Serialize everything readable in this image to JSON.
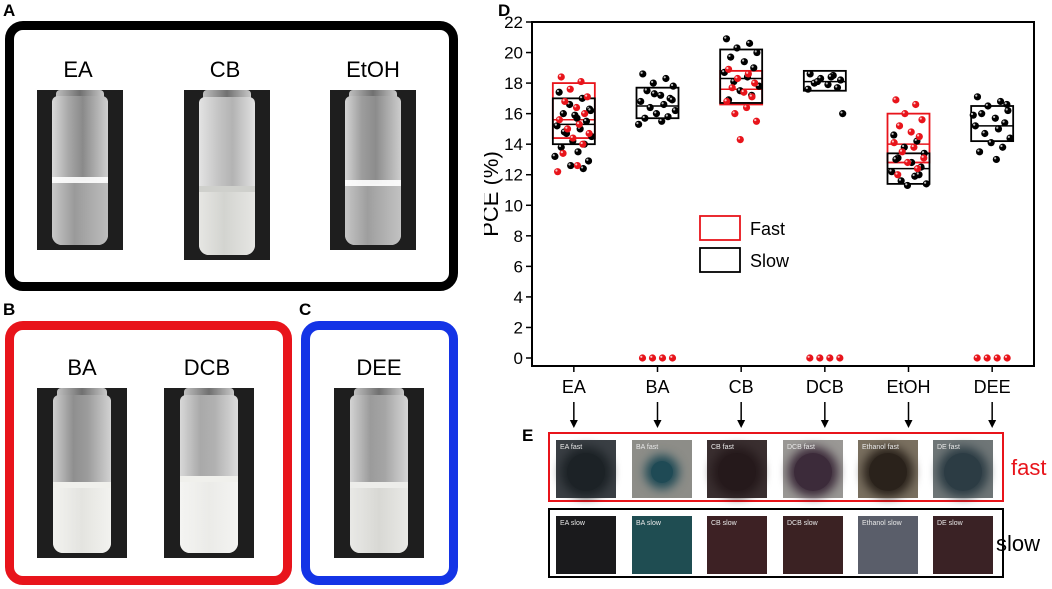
{
  "panels": {
    "a": {
      "letter": "A",
      "labels": [
        "EA",
        "CB",
        "EtOH"
      ]
    },
    "b": {
      "letter": "B",
      "labels": [
        "BA",
        "DCB"
      ]
    },
    "c": {
      "letter": "C",
      "labels": [
        "DEE"
      ]
    },
    "d": {
      "letter": "D"
    },
    "e": {
      "letter": "E",
      "fast_label": "fast",
      "slow_label": "slow",
      "fast_samples": [
        "EA fast",
        "BA fast",
        "CB fast",
        "DCB fast",
        "Ethanol fast",
        "DE fast"
      ],
      "slow_samples": [
        "EA slow",
        "BA slow",
        "CB slow",
        "DCB slow",
        "Ethanol slow",
        "DE slow"
      ]
    }
  },
  "colors": {
    "fast": "#e8141b",
    "slow": "#000000",
    "frame_c": "#1434e6"
  },
  "chart_data": {
    "type": "scatter",
    "ylabel": "PCE (%)",
    "xlabel": "",
    "categories": [
      "EA",
      "BA",
      "CB",
      "DCB",
      "EtOH",
      "DEE"
    ],
    "ylim": [
      0,
      22
    ],
    "yticks": [
      0,
      2,
      4,
      6,
      8,
      10,
      12,
      14,
      16,
      18,
      20,
      22
    ],
    "legend": {
      "position": "center",
      "entries": [
        "Fast",
        "Slow"
      ]
    },
    "boxes": [
      {
        "category": "EA",
        "series": "Fast",
        "q1": 14.4,
        "median": 15.6,
        "q3": 18.0
      },
      {
        "category": "EA",
        "series": "Slow",
        "q1": 14.0,
        "median": 15.3,
        "q3": 17.0
      },
      {
        "category": "BA",
        "series": "Slow",
        "q1": 15.7,
        "median": 16.5,
        "q3": 17.7
      },
      {
        "category": "CB",
        "series": "Fast",
        "q1": 16.6,
        "median": 17.6,
        "q3": 18.8
      },
      {
        "category": "CB",
        "series": "Slow",
        "q1": 16.7,
        "median": 18.3,
        "q3": 20.2
      },
      {
        "category": "DCB",
        "series": "Slow",
        "q1": 17.5,
        "median": 18.1,
        "q3": 18.8
      },
      {
        "category": "EtOH",
        "series": "Fast",
        "q1": 12.8,
        "median": 14.0,
        "q3": 16.0
      },
      {
        "category": "EtOH",
        "series": "Slow",
        "q1": 11.4,
        "median": 12.4,
        "q3": 13.4
      },
      {
        "category": "DEE",
        "series": "Slow",
        "q1": 14.2,
        "median": 15.2,
        "q3": 16.5
      }
    ],
    "points": {
      "EA": {
        "Fast": [
          18.4,
          18.1,
          17.6,
          17.1,
          16.8,
          16.4,
          16.0,
          15.6,
          15.3,
          15.0,
          14.7,
          14.4,
          14.0,
          13.4,
          12.6,
          12.2
        ],
        "Slow": [
          17.4,
          17.0,
          16.6,
          16.3,
          16.0,
          15.7,
          15.5,
          15.2,
          15.0,
          14.7,
          14.5,
          14.2,
          14.0,
          13.8,
          13.5,
          13.2,
          12.9,
          12.6,
          12.4,
          14.8,
          15.9,
          16.2
        ]
      },
      "BA": {
        "Fast": [
          0,
          0,
          0,
          0
        ],
        "Slow": [
          18.6,
          18.3,
          18.0,
          17.8,
          17.5,
          17.2,
          17.0,
          16.8,
          16.6,
          16.4,
          16.2,
          16.0,
          15.8,
          15.7,
          15.5,
          15.3,
          16.9,
          17.3
        ]
      },
      "CB": {
        "Fast": [
          18.9,
          18.6,
          18.3,
          18.0,
          17.7,
          17.4,
          17.1,
          16.8,
          16.4,
          16.0,
          15.5,
          14.3
        ],
        "Slow": [
          20.9,
          20.6,
          20.3,
          20.0,
          19.7,
          19.4,
          19.0,
          18.7,
          18.4,
          18.1,
          17.8,
          17.5,
          17.2,
          16.9
        ]
      },
      "DCB": {
        "Fast": [
          0,
          0,
          0,
          0
        ],
        "Slow": [
          18.6,
          18.5,
          18.3,
          18.2,
          18.0,
          17.9,
          17.7,
          17.6,
          18.4,
          18.1,
          16.0
        ]
      },
      "EtOH": {
        "Fast": [
          16.9,
          16.6,
          16.0,
          15.6,
          15.2,
          14.8,
          14.5,
          14.1,
          13.8,
          13.5,
          13.1,
          12.8,
          12.4,
          12.0
        ],
        "Slow": [
          14.6,
          14.2,
          13.8,
          13.4,
          13.1,
          12.8,
          12.5,
          12.2,
          11.9,
          11.6,
          11.4,
          11.3,
          12.0,
          13.0
        ]
      },
      "DEE": {
        "Fast": [
          0,
          0,
          0,
          0
        ],
        "Slow": [
          17.1,
          16.8,
          16.5,
          16.2,
          16.0,
          15.7,
          15.4,
          15.2,
          15.0,
          14.7,
          14.4,
          14.1,
          13.8,
          13.5,
          13.0,
          15.9,
          16.6
        ]
      }
    }
  }
}
